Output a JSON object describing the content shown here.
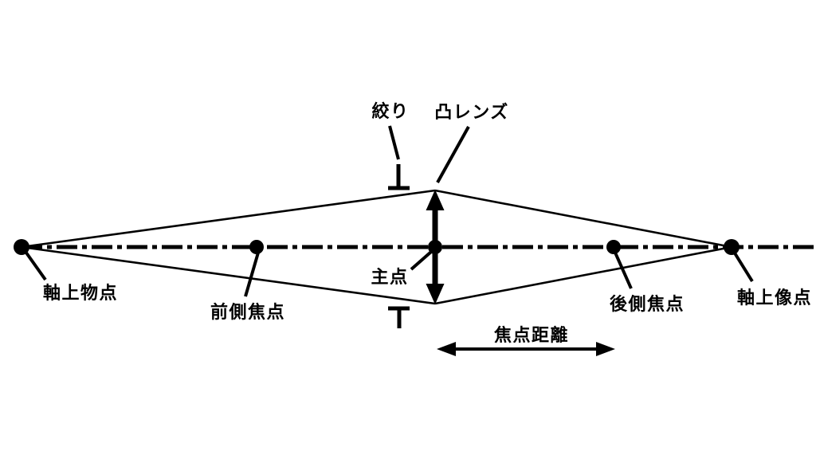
{
  "diagram": {
    "type": "convex-lens-optics-diagram",
    "background_color": "#ffffff",
    "line_color": "#000000",
    "labels": {
      "aperture": "絞り",
      "convex_lens": "凸レンズ",
      "axial_object_point": "軸上物点",
      "front_focal_point": "前側焦点",
      "principal_point": "主点",
      "rear_focal_point": "後側焦点",
      "axial_image_point": "軸上像点",
      "focal_length": "焦点距離"
    },
    "points": [
      {
        "name": "axial-object-point",
        "label": "軸上物点",
        "on_axis": true
      },
      {
        "name": "front-focal-point",
        "label": "前側焦点",
        "on_axis": true
      },
      {
        "name": "principal-point",
        "label": "主点",
        "on_axis": true
      },
      {
        "name": "rear-focal-point",
        "label": "後側焦点",
        "on_axis": true
      },
      {
        "name": "axial-image-point",
        "label": "軸上像点",
        "on_axis": true
      }
    ],
    "annotations": [
      {
        "name": "focal-length-dimension",
        "label": "焦点距離",
        "style": "double-headed-arrow",
        "from": "principal-point",
        "to": "rear-focal-point"
      }
    ]
  }
}
